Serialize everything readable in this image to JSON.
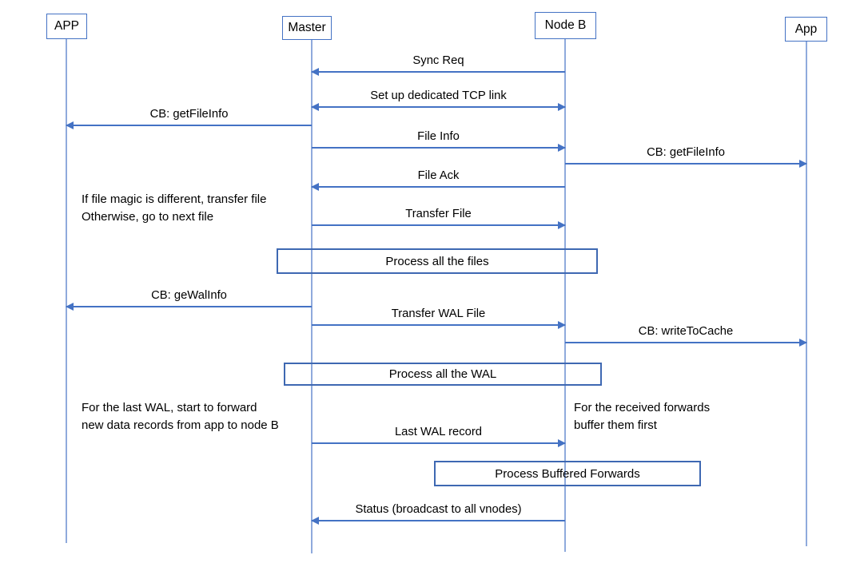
{
  "diagram": {
    "type": "sequence-diagram",
    "actors": [
      {
        "id": "app-left",
        "label": "APP"
      },
      {
        "id": "master",
        "label": "Master"
      },
      {
        "id": "node-b",
        "label": "Node B"
      },
      {
        "id": "app-right",
        "label": "App"
      }
    ],
    "messages": [
      {
        "label": "Sync Req",
        "from": "Node B",
        "to": "Master",
        "direction": "left"
      },
      {
        "label": "Set up dedicated TCP link",
        "from": "Master",
        "to": "Node B",
        "direction": "both"
      },
      {
        "label": "CB: getFileInfo",
        "from": "Master",
        "to": "APP",
        "direction": "left"
      },
      {
        "label": "File Info",
        "from": "Master",
        "to": "Node B",
        "direction": "right"
      },
      {
        "label": "CB: getFileInfo",
        "from": "Node B",
        "to": "App",
        "direction": "right"
      },
      {
        "label": "File Ack",
        "from": "Node B",
        "to": "Master",
        "direction": "left"
      },
      {
        "label": "Transfer File",
        "from": "Master",
        "to": "Node B",
        "direction": "right"
      },
      {
        "label": "CB: geWalInfo",
        "from": "Master",
        "to": "APP",
        "direction": "left"
      },
      {
        "label": "Transfer WAL File",
        "from": "Master",
        "to": "Node B",
        "direction": "right"
      },
      {
        "label": "CB: writeToCache",
        "from": "Node B",
        "to": "App",
        "direction": "right"
      },
      {
        "label": "Last WAL record",
        "from": "Master",
        "to": "Node B",
        "direction": "right"
      },
      {
        "label": "Status (broadcast to all vnodes)",
        "from": "Node B",
        "to": "Master",
        "direction": "left"
      }
    ],
    "process_boxes": [
      {
        "label": "Process all the files"
      },
      {
        "label": "Process all the WAL"
      },
      {
        "label": "Process Buffered Forwards"
      }
    ],
    "notes": [
      {
        "lines": [
          "If file magic is different, transfer file",
          "Otherwise, go to next file"
        ]
      },
      {
        "lines": [
          "For the last WAL, start to forward",
          "new data records from app to node B"
        ]
      },
      {
        "lines": [
          "For the received forwards",
          "buffer them first"
        ]
      }
    ],
    "colors": {
      "message_line": "#4472C4",
      "lifeline": "#8FAADC",
      "actor_border": "#4472C4",
      "process_border": "#3E68B2",
      "text": "#000000"
    }
  }
}
